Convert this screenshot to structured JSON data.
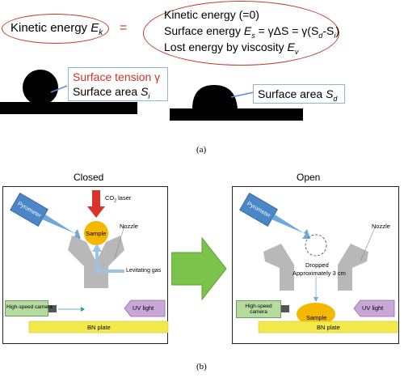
{
  "part_a": {
    "left_oval": {
      "text": "Kinetic energy ",
      "symbol": "E",
      "sub": "k"
    },
    "equals": "=",
    "right_oval": {
      "line1": "Kinetic energy (=0)",
      "line2_prefix": "Surface energy ",
      "line2_formula": "E",
      "line2_sub": "s",
      "line2_rest": " = γΔS = γ(S",
      "line2_sub_d": "d",
      "line2_mid": "-S",
      "line2_sub_i": "i",
      "line2_end": ")",
      "line3": "Lost energy by viscosity ",
      "line3_sym": "E",
      "line3_sub": "v"
    },
    "box_left": {
      "line1": "Surface tension γ",
      "line2": "Surface area ",
      "line2_sym": "S",
      "line2_sub": "i"
    },
    "box_right": {
      "text": "Surface area ",
      "sym": "S",
      "sub": "d"
    },
    "caption": "(a)"
  },
  "part_b": {
    "closed": {
      "title": "Closed",
      "pyrometer": "Pyrometer",
      "laser": "CO",
      "laser_sub": "2",
      "laser_rest": " laser",
      "sample": "Sample",
      "nozzle": "Nozzle",
      "gas": "Levitating gas",
      "camera": "High-speed camera",
      "uv": "UV light",
      "plate": "BN plate"
    },
    "open": {
      "title": "Open",
      "pyrometer": "Pyrometer",
      "nozzle": "Nozzle",
      "dropped1": "Dropped",
      "dropped2": "Approximately 3 cm",
      "camera": "High-speed camera",
      "uv": "UV light",
      "sample": "Sample",
      "plate": "BN plate"
    },
    "caption": "(b)"
  },
  "colors": {
    "oval_border": "#c0392b",
    "surface_tension_text": "#d0312d",
    "label_box_border": "#8fb3d9",
    "nozzle": "#b8b8b8",
    "sample": "#f5b800",
    "plate": "#f2ea4a",
    "pyrometer": "#4a86c8",
    "laser_arrow": "#d9342b",
    "gas_arrow": "#9cc3e6",
    "big_arrow": "#7cc34b",
    "camera_box": "#b5dba0",
    "uv_arrow": "#c9a8d8"
  }
}
